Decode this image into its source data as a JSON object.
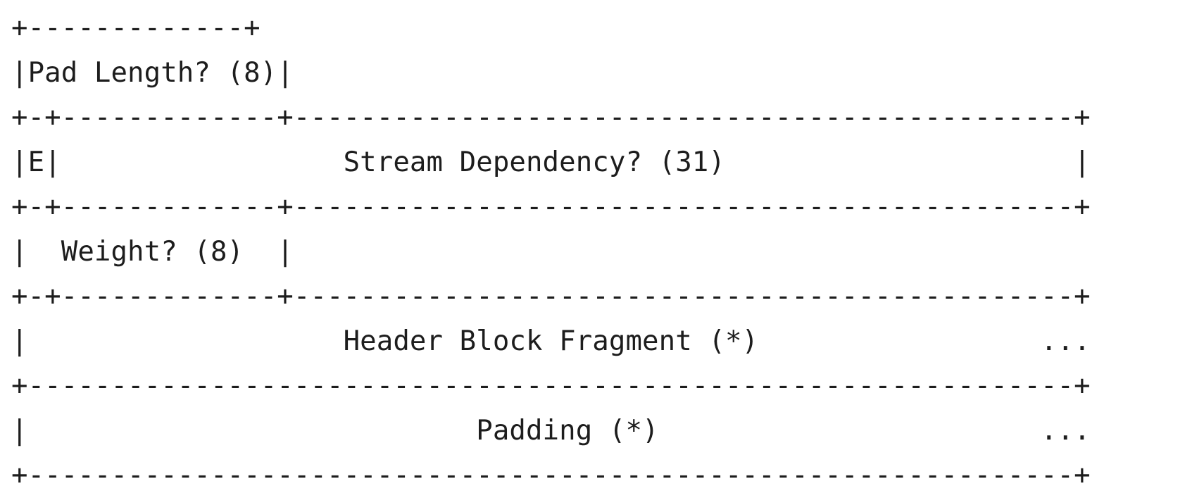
{
  "diagram": {
    "lines": [
      "+-------------+",
      "|Pad Length? (8)|",
      "+-+-------------+-----------------------------------------------+",
      "|E|                 Stream Dependency? (31)                     |",
      "+-+-------------+-----------------------------------------------+",
      "|  Weight? (8)  |",
      "+-+-------------+-----------------------------------------------+",
      "|                   Header Block Fragment (*)                 ...",
      "+---------------------------------------------------------------+",
      "|                           Padding (*)                       ...",
      "+---------------------------------------------------------------+"
    ]
  }
}
